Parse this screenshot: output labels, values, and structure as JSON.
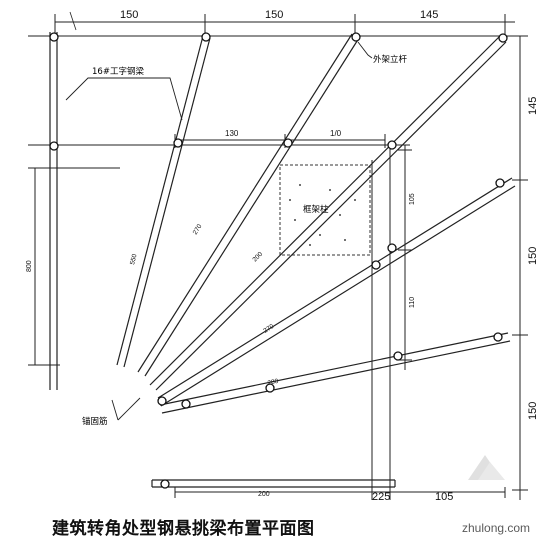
{
  "title": "建筑转角处型钢悬挑梁布置平面图",
  "labels": {
    "i_beam": "16#工字钢梁",
    "outer_pole": "外架立杆",
    "column": "框架柱",
    "anchor": "锚固筋"
  },
  "dimensions": {
    "top_1": "150",
    "top_2": "150",
    "top_3": "145",
    "mid_1": "130",
    "mid_2": "1/0",
    "right_1": "145",
    "right_2": "150",
    "right_3": "150",
    "inner_right": "105",
    "inner_right_2": "110",
    "left_vertical": "800",
    "beam_1": "550",
    "beam_2": "270",
    "beam_3": "200",
    "beam_4": "270",
    "beam_5": "280",
    "bottom_1": "200",
    "bottom_2": "225",
    "bottom_3": "105"
  },
  "watermark": "zhulong.com"
}
